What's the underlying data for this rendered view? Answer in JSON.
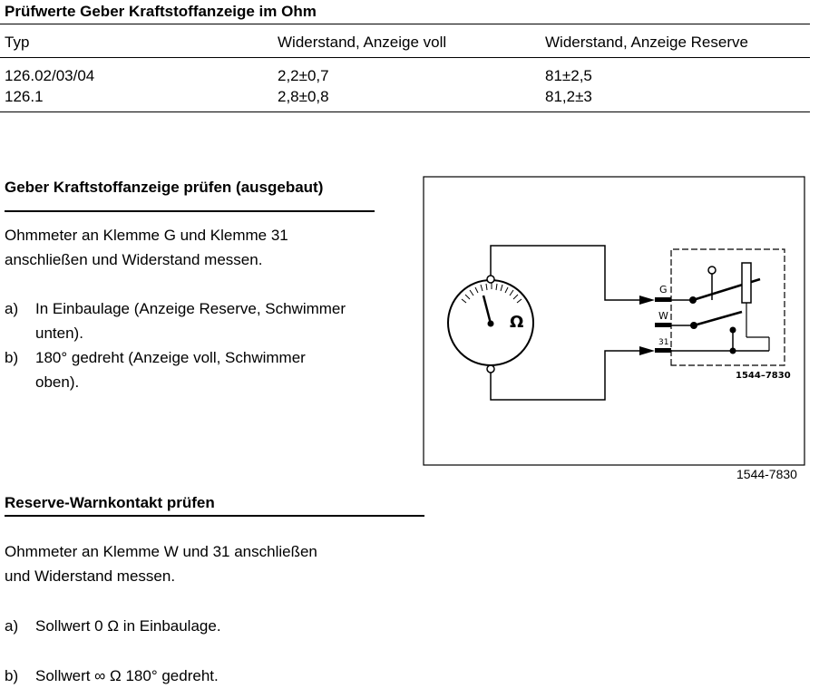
{
  "table": {
    "title": "Prüfwerte Geber Kraftstoffanzeige im Ohm",
    "headers": [
      "Typ",
      "Widerstand, Anzeige voll",
      "Widerstand, Anzeige Reserve"
    ],
    "rows": [
      [
        "126.02/03/04",
        "2,2±0,7",
        "81±2,5"
      ],
      [
        "126.1",
        "2,8±0,8",
        "81,2±3"
      ]
    ]
  },
  "section1": {
    "heading": "Geber Kraftstoffanzeige prüfen (ausgebaut)",
    "intro_line1": "Ohmmeter an Klemme G und Klemme 31",
    "intro_line2": "anschließen und Widerstand messen.",
    "items": [
      {
        "label": "a)",
        "line1": "In Einbaulage (Anzeige Reserve, Schwimmer",
        "line2": "unten)."
      },
      {
        "label": "b)",
        "line1": "180° gedreht (Anzeige voll, Schwimmer",
        "line2": "oben)."
      }
    ]
  },
  "figure": {
    "terminal_g": "G",
    "terminal_w": "W",
    "terminal_31": "31",
    "omega": "Ω",
    "inner_code": "1544–7830",
    "caption": "1544-7830"
  },
  "section2": {
    "heading": "Reserve-Warnkontakt prüfen",
    "intro_line1": "Ohmmeter an Klemme W und 31 anschließen",
    "intro_line2": "und Widerstand messen.",
    "items": [
      {
        "label": "a)",
        "text": "Sollwert 0 Ω in Einbaulage."
      },
      {
        "label": "b)",
        "text": "Sollwert ∞ Ω 180° gedreht."
      }
    ]
  }
}
